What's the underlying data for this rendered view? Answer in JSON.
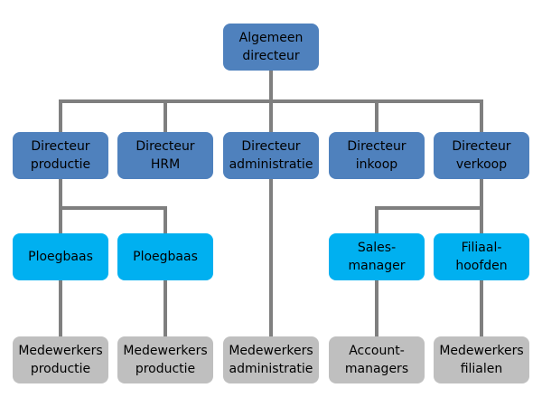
{
  "colors": {
    "top_level": "#4f81bd",
    "middle_level": "#00b0f0",
    "bottom_level": "#bfbfbf",
    "connector": "#7f7f7f"
  },
  "root": {
    "line1": "Algemeen",
    "line2": "directeur"
  },
  "directors": [
    {
      "line1": "Directeur",
      "line2": "productie"
    },
    {
      "line1": "Directeur",
      "line2": "HRM"
    },
    {
      "line1": "Directeur",
      "line2": "administratie"
    },
    {
      "line1": "Directeur",
      "line2": "inkoop"
    },
    {
      "line1": "Directeur",
      "line2": "verkoop"
    }
  ],
  "managers": [
    {
      "line1": "Ploegbaas",
      "line2": ""
    },
    {
      "line1": "Ploegbaas",
      "line2": ""
    },
    {
      "line1": "Sales-",
      "line2": "manager"
    },
    {
      "line1": "Filiaal-",
      "line2": "hoofden"
    }
  ],
  "staff": [
    {
      "line1": "Medewerkers",
      "line2": "productie"
    },
    {
      "line1": "Medewerkers",
      "line2": "productie"
    },
    {
      "line1": "Medewerkers",
      "line2": "administratie"
    },
    {
      "line1": "Account-",
      "line2": "managers"
    },
    {
      "line1": "Medewerkers",
      "line2": "filialen"
    }
  ]
}
